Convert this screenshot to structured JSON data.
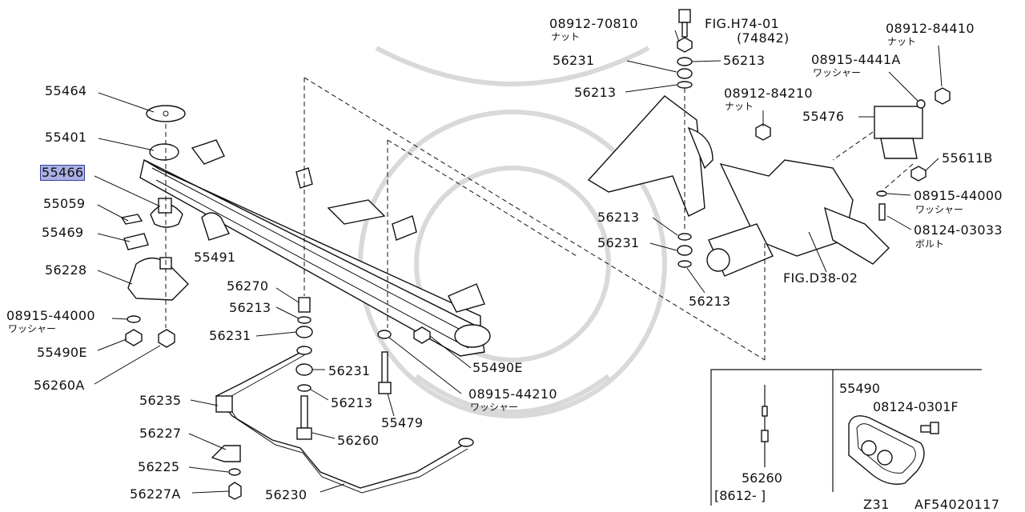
{
  "diagram": {
    "highlighted_part": "55466",
    "footer": {
      "model": "Z31",
      "code": "AF54020117"
    },
    "inset_left": {
      "part": "56260",
      "range": "[8612-    ]"
    },
    "inset_right": {
      "part": "55490",
      "bolt": "08124-0301F"
    },
    "refs": {
      "fig_h74": "FIG.H74-01",
      "fig_h74_sub": "(74842)",
      "fig_d38": "FIG.D38-02"
    },
    "jp": {
      "nut": "ナット",
      "washer": "ワッシャー",
      "bolt": "ボルト"
    },
    "labels": {
      "p55464": "55464",
      "p55401": "55401",
      "p55466": "55466",
      "p55059": "55059",
      "p55469": "55469",
      "p56228": "56228",
      "p08915_44000_l": "08915-44000",
      "p55490e_l": "55490E",
      "p56260a": "56260A",
      "p55491": "55491",
      "p56270": "56270",
      "p56213_a": "56213",
      "p56231_a": "56231",
      "p56231_b": "56231",
      "p56213_b": "56213",
      "p56260": "56260",
      "p56235": "56235",
      "p56227": "56227",
      "p56225": "56225",
      "p56227a": "56227A",
      "p56230": "56230",
      "p55479": "55479",
      "p08915_44210": "08915-44210",
      "p55490e_r": "55490E",
      "p08912_70810": "08912-70810",
      "p56231_top": "56231",
      "p56213_top1": "56213",
      "p56213_top2": "56213",
      "p08912_84210": "08912-84210",
      "p08912_84410": "08912-84410",
      "p08915_4441a": "08915-4441A",
      "p55476": "55476",
      "p55611b": "55611B",
      "p08915_44000_r": "08915-44000",
      "p08124_03033": "08124-03033",
      "p56213_mid": "56213",
      "p56231_mid": "56231",
      "p56213_bot": "56213"
    }
  }
}
